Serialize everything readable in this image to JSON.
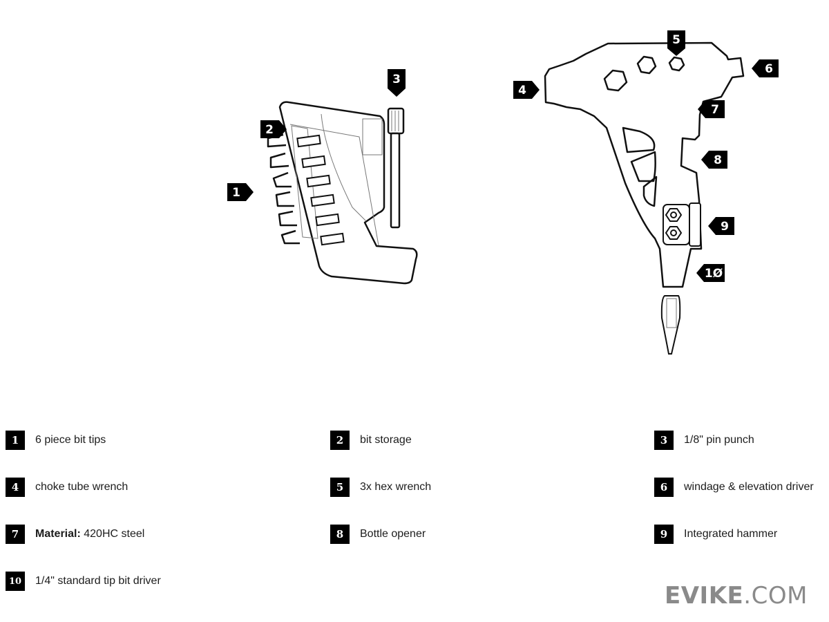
{
  "diagram": {
    "callouts": [
      "1",
      "2",
      "3",
      "4",
      "5",
      "6",
      "7",
      "8",
      "9",
      "1Ø"
    ]
  },
  "legend": [
    {
      "number": "1",
      "label": "6 piece bit tips"
    },
    {
      "number": "2",
      "label": "bit storage"
    },
    {
      "number": "3",
      "label": "1/8\" pin punch"
    },
    {
      "number": "4",
      "label": "choke tube wrench"
    },
    {
      "number": "5",
      "label": "3x hex wrench"
    },
    {
      "number": "6",
      "label": "windage & elevation driver"
    },
    {
      "number": "7",
      "label_bold": "Material:",
      "label": " 420HC steel"
    },
    {
      "number": "8",
      "label": "Bottle opener"
    },
    {
      "number": "9",
      "label": "Integrated hammer"
    },
    {
      "number": "10",
      "label": "1/4\" standard tip bit driver"
    }
  ],
  "logo": {
    "brand": "EVIKE",
    "tld": ".COM",
    "color": "#8a8a8a"
  }
}
